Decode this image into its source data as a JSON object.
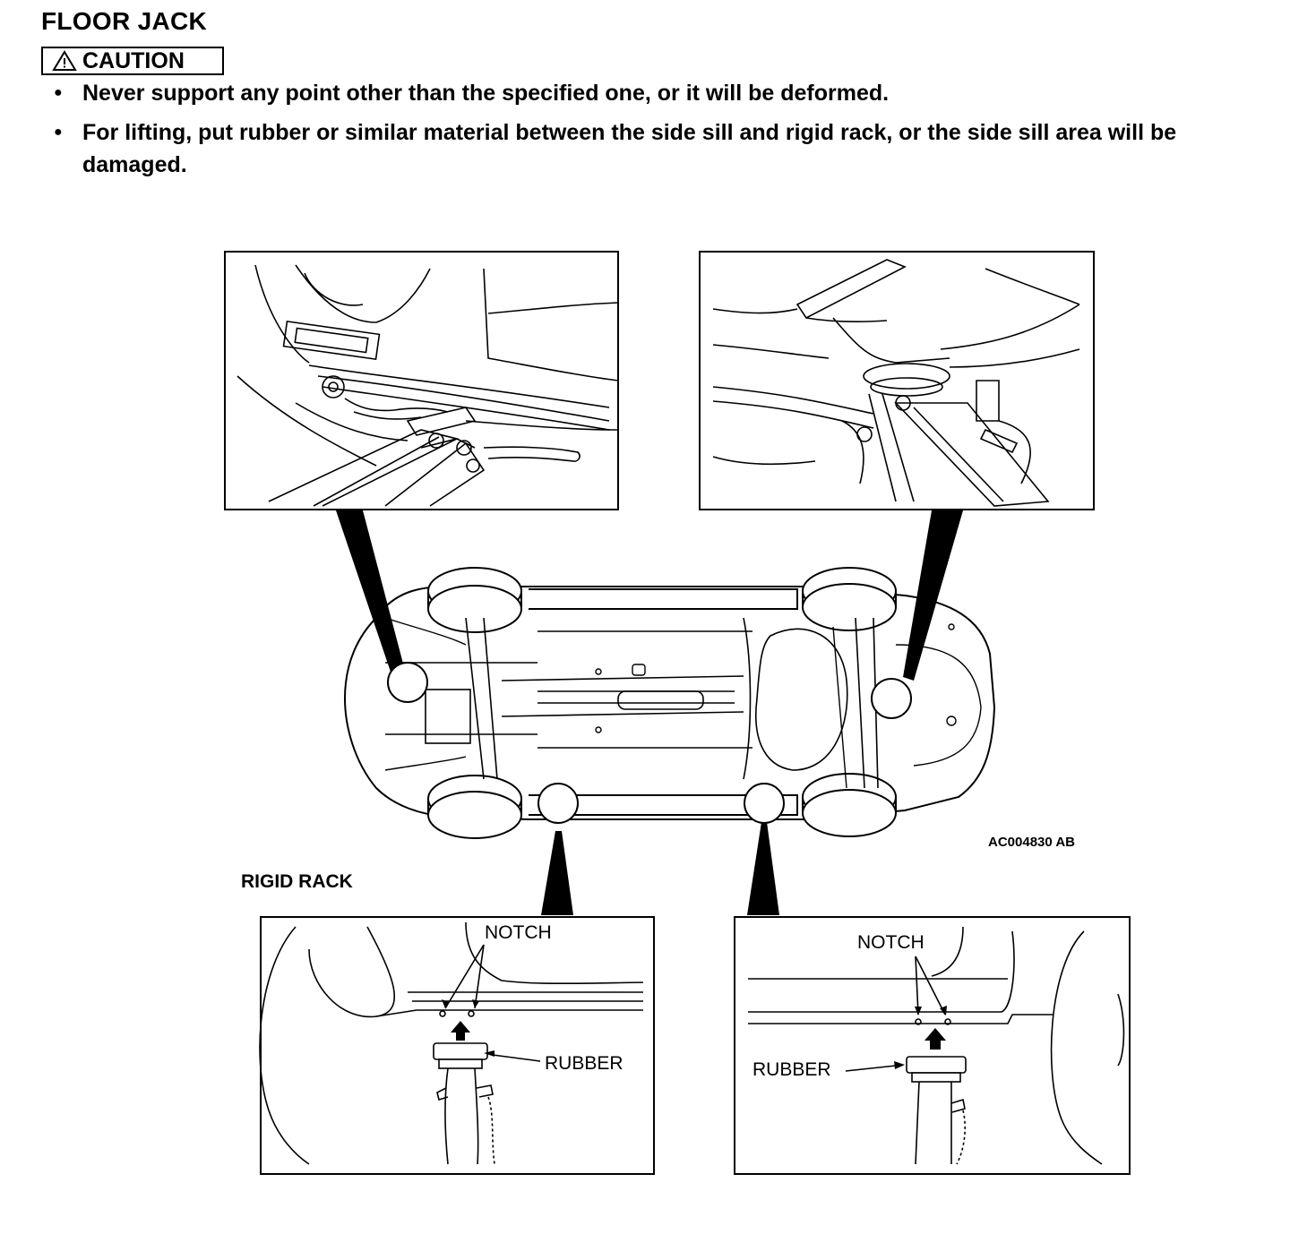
{
  "header": {
    "title": "FLOOR JACK",
    "caution_label": "CAUTION"
  },
  "cautions": [
    "Never support any point other than the specified one, or it will be deformed.",
    "For lifting, put rubber or similar material between the side sill and rigid rack, or the side sill area will be damaged."
  ],
  "figure": {
    "code": "AC004830 AB",
    "rigid_rack_heading": "RIGID RACK",
    "left_detail": {
      "notch_label": "NOTCH",
      "rubber_label": "RUBBER"
    },
    "right_detail": {
      "notch_label": "NOTCH",
      "rubber_label": "RUBBER"
    }
  },
  "icons": {
    "caution": "warning-triangle-icon",
    "bullet": "bullet-dot-icon"
  }
}
